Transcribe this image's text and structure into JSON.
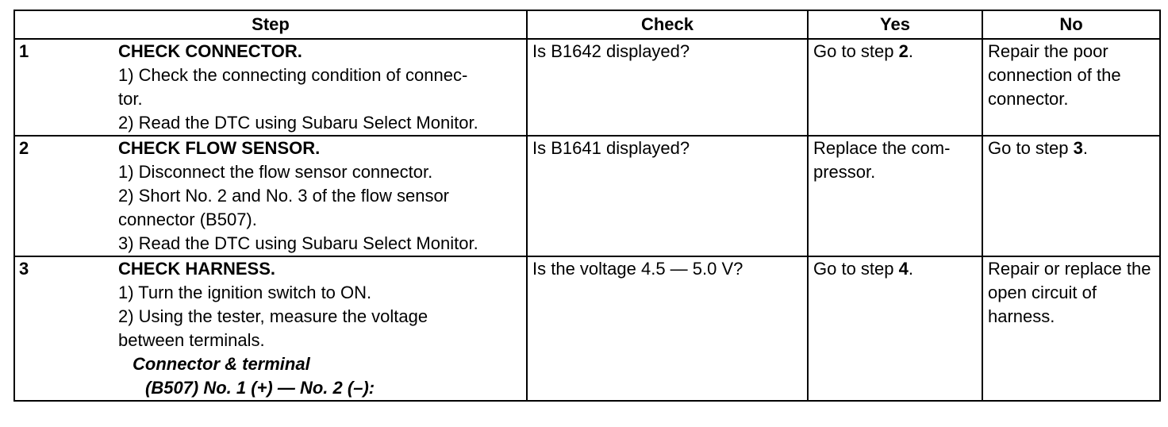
{
  "headers": {
    "step": "Step",
    "check": "Check",
    "yes": "Yes",
    "no": "No"
  },
  "rows": [
    {
      "num": "1",
      "title": "CHECK CONNECTOR.",
      "lines": [
        "1)   Check the connecting condition of connec-",
        "tor.",
        "2)   Read the DTC using Subaru Select Monitor."
      ],
      "check": "Is B1642 displayed?",
      "yes_text": "Go to step ",
      "yes_step": "2",
      "yes_tail": ".",
      "no_text": "Repair the poor connection of the connector."
    },
    {
      "num": "2",
      "title": "CHECK FLOW SENSOR.",
      "lines": [
        "1)   Disconnect the flow sensor connector.",
        "2)   Short No. 2 and No. 3 of the flow sensor",
        "connector (B507).",
        "3)   Read the DTC using Subaru Select Monitor."
      ],
      "check": "Is B1641 displayed?",
      "yes_text": "Replace the com-pressor.",
      "no_text": "Go to step ",
      "no_step": "3",
      "no_tail": "."
    },
    {
      "num": "3",
      "title": "CHECK HARNESS.",
      "lines": [
        "1)   Turn the ignition switch to ON.",
        "2)   Using the tester, measure the voltage",
        "between terminals."
      ],
      "connector_title": "Connector & terminal",
      "connector_value": "(B507) No. 1 (+) — No. 2 (–):",
      "check": "Is the voltage 4.5 — 5.0 V?",
      "yes_text": "Go to step ",
      "yes_step": "4",
      "yes_tail": ".",
      "no_text": "Repair or replace the open circuit of harness."
    }
  ]
}
